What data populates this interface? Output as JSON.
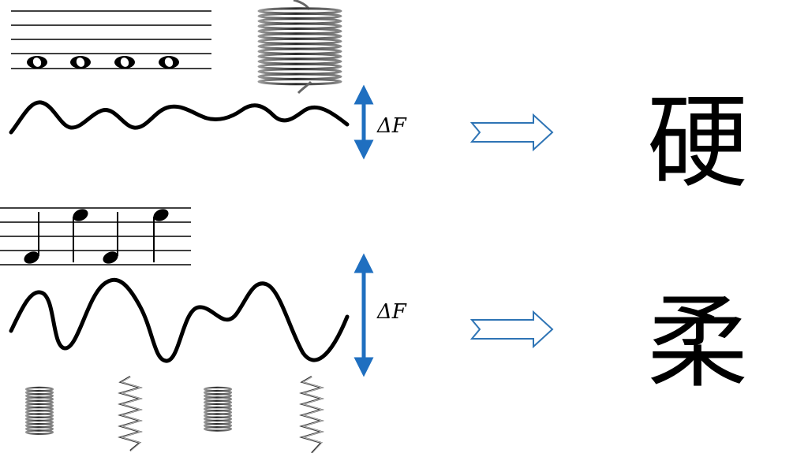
{
  "colors": {
    "ink": "#000000",
    "arrow_blue": "#1f6fc0",
    "arrow_outline": "#2e74b5",
    "spring_dark": "#3a3a3a",
    "spring_light": "#bdbdbd"
  },
  "top_panel": {
    "delta_label": "ΔF",
    "result_char": "硬",
    "note_count": 4
  },
  "bottom_panel": {
    "delta_label": "ΔF",
    "result_char": "柔",
    "note_count": 4,
    "spring_count": 4
  },
  "icons": [
    "music-staff-icon",
    "spring-icon",
    "double-arrow-icon",
    "outline-arrow-icon"
  ]
}
